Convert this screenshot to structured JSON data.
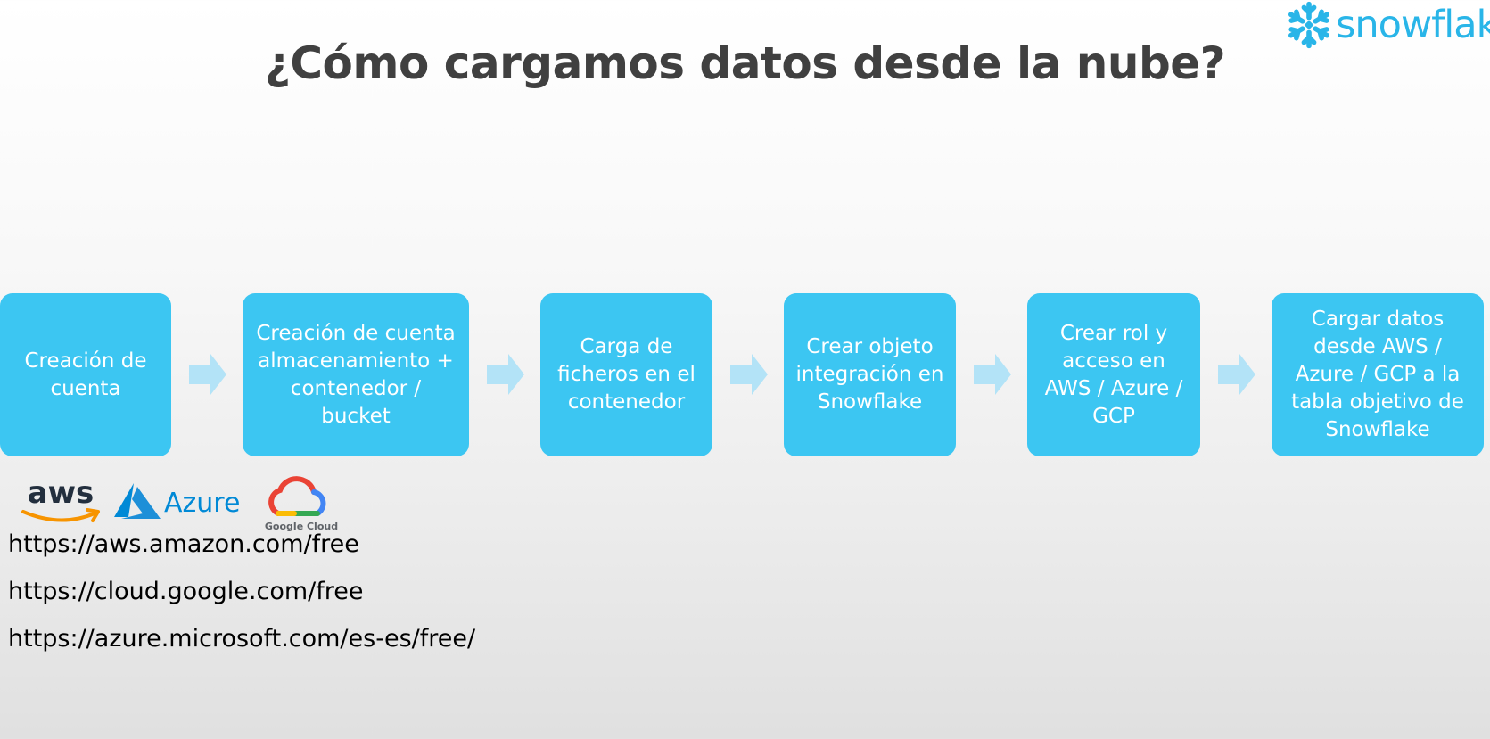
{
  "brand": {
    "wordmark": "snowflake",
    "color": "#29b5e8",
    "icon": "snowflake-logo-icon"
  },
  "title": "¿Cómo cargamos datos desde la nube?",
  "flow": {
    "box_color": "#3cc6f2",
    "arrow_color": "#b3e3f7",
    "steps": [
      {
        "label": "Creación de\ncuenta"
      },
      {
        "label": "Creación de cuenta\nalmacenamiento +\ncontenedor /\nbucket"
      },
      {
        "label": "Carga de\nficheros en el\ncontenedor"
      },
      {
        "label": "Crear objeto\nintegración en\nSnowflake"
      },
      {
        "label": "Crear rol y\nacceso en\nAWS / Azure /\nGCP"
      },
      {
        "label": "Cargar datos\ndesde AWS /\nAzure / GCP a la\ntabla objetivo de\nSnowflake"
      }
    ]
  },
  "providers": [
    {
      "name": "aws",
      "icon": "aws-logo-icon"
    },
    {
      "name": "Azure",
      "icon": "azure-logo-icon"
    },
    {
      "name": "Google Cloud",
      "icon": "google-cloud-logo-icon"
    }
  ],
  "links": [
    "https://aws.amazon.com/free",
    "https://cloud.google.com/free",
    "https://azure.microsoft.com/es-es/free/"
  ]
}
